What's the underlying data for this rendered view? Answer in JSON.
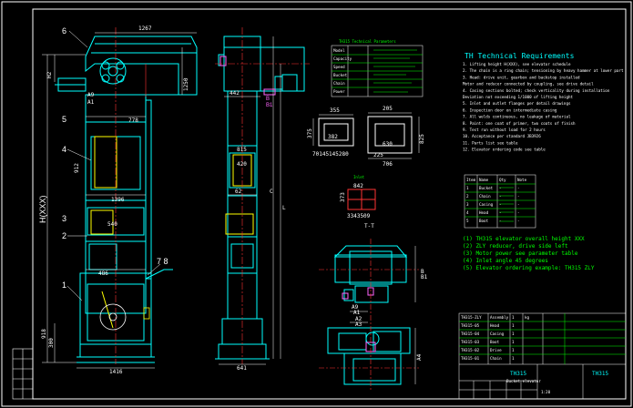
{
  "overall_height_dim": "H(XXX)",
  "side_view": {
    "width_label": "1267",
    "width_label_2": "778",
    "width_label_3": "1396",
    "base_width_label": "1416",
    "casing_width": "486",
    "inlet_width": "540",
    "head_height": "H2",
    "head_side_dim": "1250",
    "callout_6": "6",
    "callout_5": "5",
    "callout_4": "4",
    "callout_3": "3",
    "callout_2": "2",
    "callout_1": "1",
    "callout_78": "7 8",
    "label_a": "A9",
    "label_a1": "A1",
    "dim_912": "912",
    "dim_918": "918",
    "dim_300": "300"
  },
  "front_view": {
    "top_dim": "442",
    "mid_dim": "62",
    "base_dim": "641",
    "height_c": "C",
    "height_l": "L",
    "dim_815": "815",
    "dim_420": "420",
    "side_b": "B",
    "side_b1": "B1"
  },
  "outlet_detail": {
    "w1": "355",
    "w2": "382",
    "h1": "375",
    "label": "70145145280",
    "w3": "630",
    "w4": "706",
    "h2": "225",
    "h3": "825",
    "label2": "205"
  },
  "inlet_detail": {
    "title": "Inlet",
    "dim_a": "842",
    "dim_b": "373",
    "label": "3343509",
    "note": "T-T"
  },
  "drive_detail": {
    "dim_a": "A9",
    "dim_a1": "A1",
    "dim_b": "B",
    "dim_b1": "B1",
    "dim_a2": "A2",
    "dim_a3": "A3",
    "dim_a4": "A4"
  },
  "top_table": {
    "title": "TH315 Technical Parameters",
    "rows": [
      "Model",
      "Capacity",
      "Speed",
      "Bucket",
      "Chain",
      "Power"
    ]
  },
  "tech_title": "TH Technical Requirements",
  "tech_notes": [
    "1. Lifting height H(XXX), see elevator schedule",
    "2. The chain is a ring chain; tensioning by heavy hammer at lower part",
    "3. Head: drive unit, gearbox and backstop installed",
    "   Motor and reducer connected by coupling, see drive detail",
    "4. Casing sections bolted; check verticality during installation",
    "   Deviation not exceeding 1/1000 of lifting height",
    "5. Inlet and outlet flanges per detail drawings",
    "6. Inspection door on intermediate casing",
    "7. All welds continuous, no leakage of material",
    "8. Paint: one coat of primer, two coats of finish",
    "9. Test run without load for 2 hours",
    "10. Acceptance per standard JB3926",
    "11. Parts list see table",
    "12. Elevator ordering code see table"
  ],
  "mid_table": {
    "headers": [
      "Item",
      "Name",
      "Qty",
      "Note"
    ],
    "rows": [
      [
        "1",
        "Bucket",
        "-",
        "-"
      ],
      [
        "2",
        "Chain",
        "-",
        "-"
      ],
      [
        "3",
        "Casing",
        "-",
        "-"
      ],
      [
        "4",
        "Head",
        "-",
        "-"
      ],
      [
        "5",
        "Boot",
        "-",
        "-"
      ]
    ]
  },
  "lower_notes": [
    "(1) TH315 elevator overall height XXX",
    "(2) ZLY reducer, drive side left",
    "(3) Motor power see parameter table",
    "(4) Inlet angle 45 degrees",
    "(5) Elevator ordering example: TH315 ZLY"
  ],
  "title_block": {
    "rows": [
      [
        "TH315-ZLY",
        "Assembly",
        "1",
        "kg",
        ""
      ],
      [
        "TH315-05",
        "Head",
        "1",
        "",
        ""
      ],
      [
        "TH315-04",
        "Casing",
        "1",
        "",
        ""
      ],
      [
        "TH315-03",
        "Boot",
        "1",
        "",
        ""
      ],
      [
        "TH315-02",
        "Drive",
        "1",
        "",
        ""
      ],
      [
        "TH315-01",
        "Chain",
        "1",
        "",
        ""
      ]
    ],
    "drawing_name": "TH315",
    "drawing_sub": "Bucket elevator",
    "drawing_no": "TH315",
    "scale_label": "1:20"
  }
}
